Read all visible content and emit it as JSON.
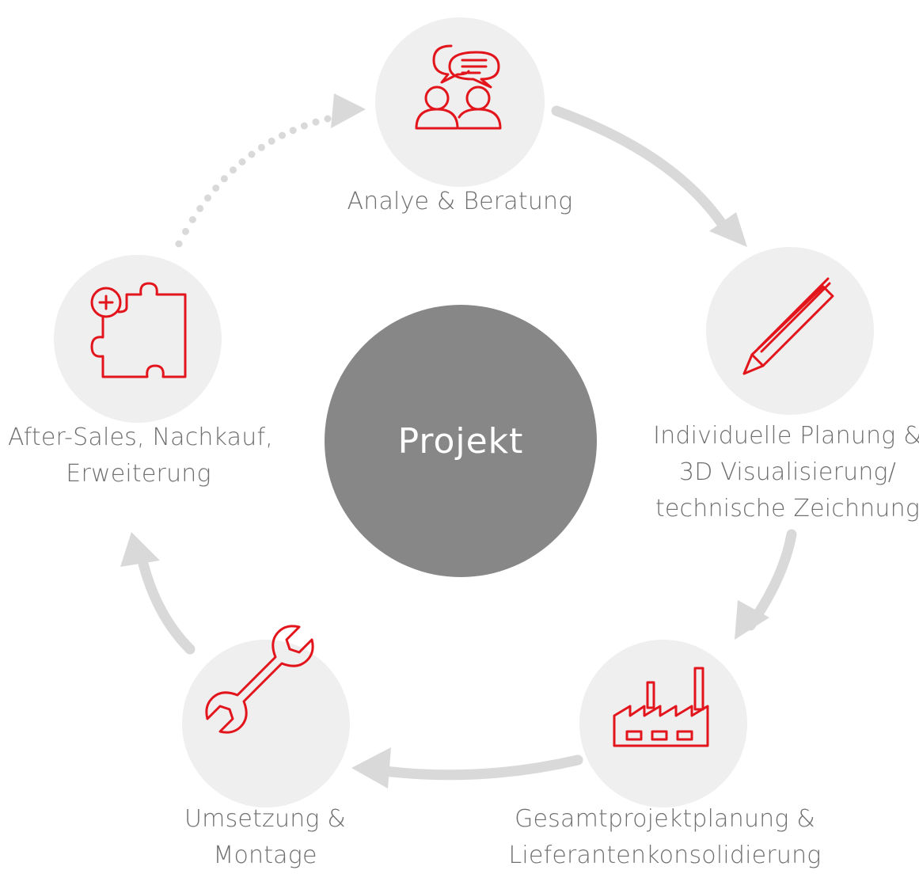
{
  "center": {
    "label": "Projekt"
  },
  "colors": {
    "accent": "#e3151c",
    "node_bg": "#efefef",
    "center_bg": "#868786",
    "arrow": "#d9d9d9",
    "text": "#6f6f6f"
  },
  "steps": [
    {
      "icon": "conversation-icon",
      "lines": [
        "Analye & Beratung"
      ]
    },
    {
      "icon": "pencil-icon",
      "lines": [
        "Individuelle Planung &",
        "3D Visualisierung/",
        "technische Zeichnung"
      ]
    },
    {
      "icon": "factory-icon",
      "lines": [
        "Gesamtprojektplanung &",
        "Lieferantenkonsolidierung"
      ]
    },
    {
      "icon": "wrench-icon",
      "lines": [
        "Umsetzung &",
        "Montage"
      ]
    },
    {
      "icon": "puzzle-plus-icon",
      "lines": [
        "After-Sales, Nachkauf,",
        "Erweiterung"
      ]
    }
  ]
}
